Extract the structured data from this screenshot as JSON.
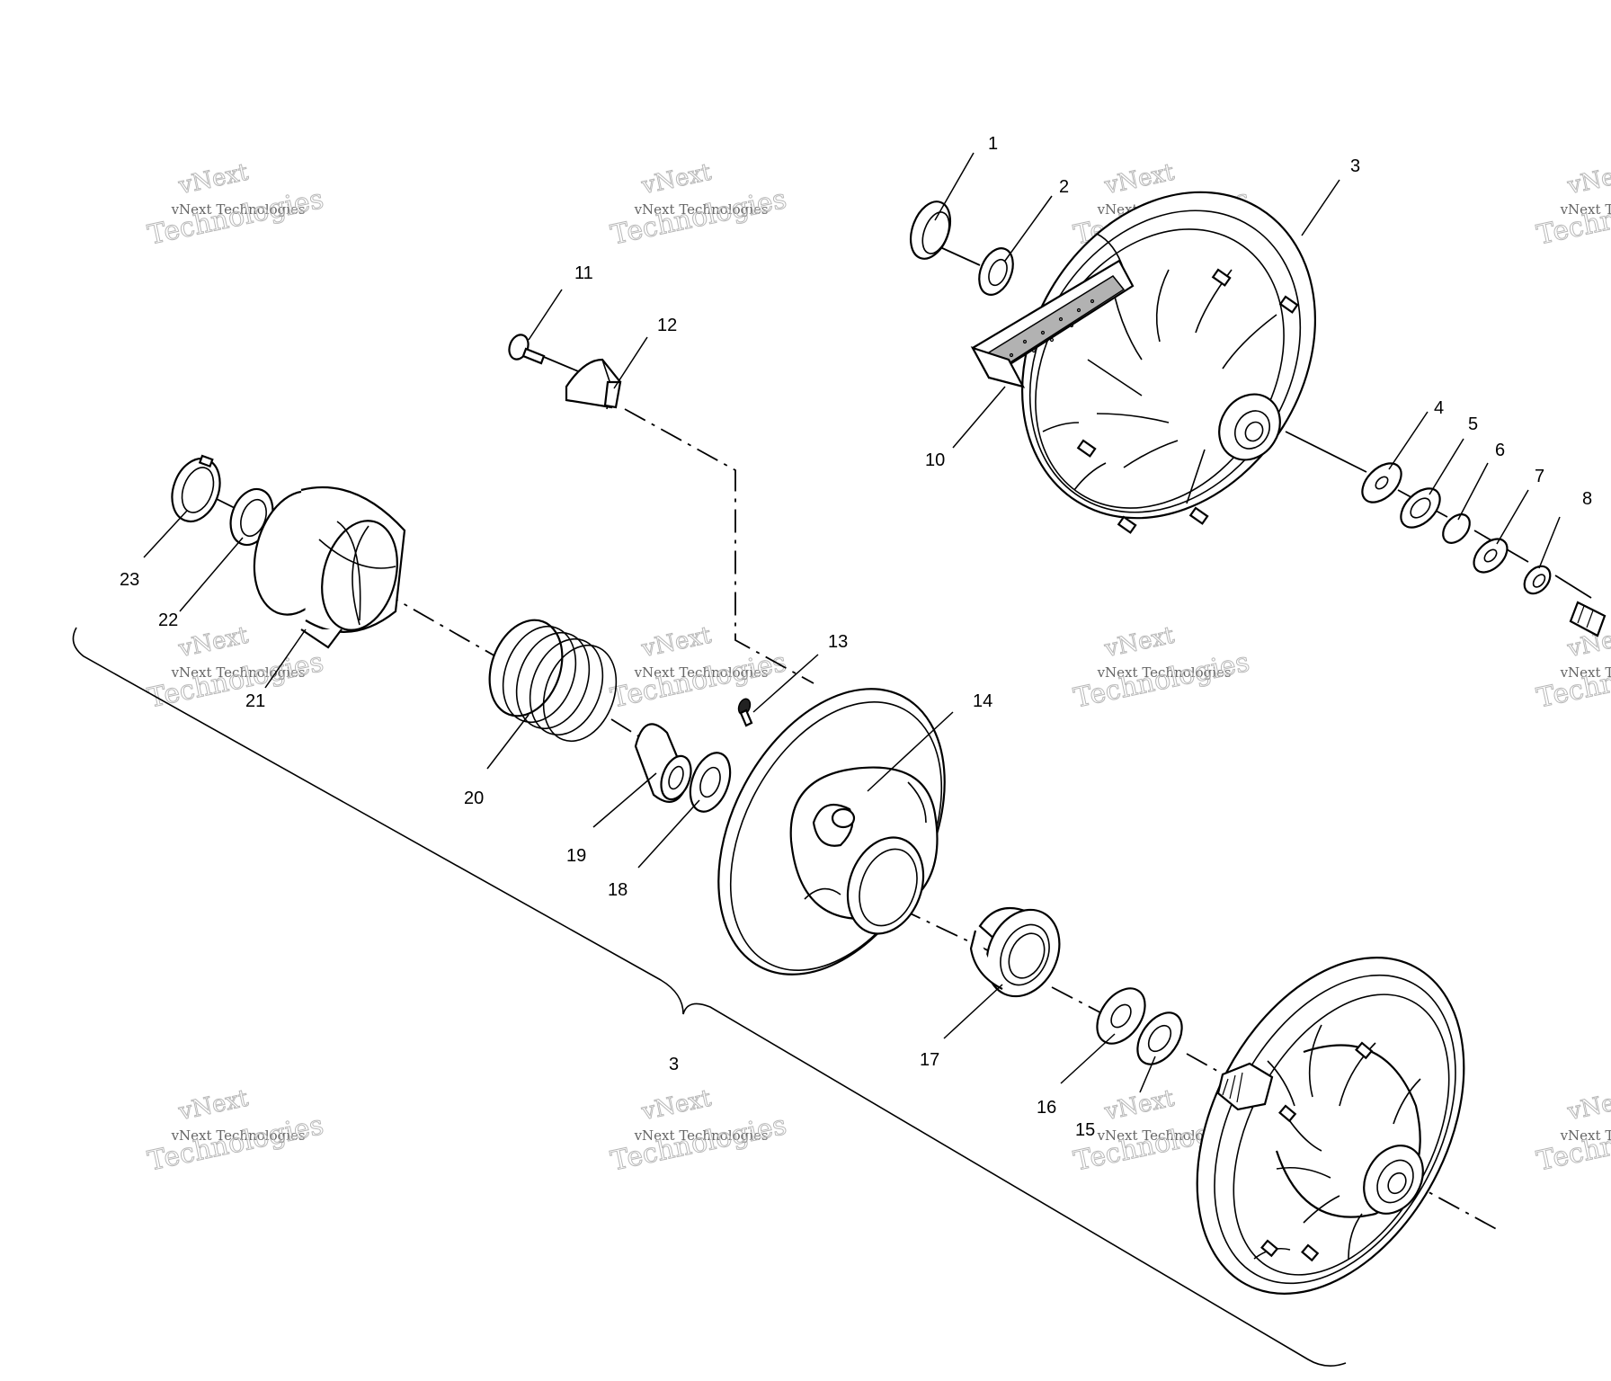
{
  "callouts": {
    "c1": "1",
    "c2": "2",
    "c3_top": "3",
    "c4": "4",
    "c5": "5",
    "c6": "6",
    "c7": "7",
    "c8": "8",
    "c10": "10",
    "c11": "11",
    "c12": "12",
    "c13": "13",
    "c14": "14",
    "c15": "15",
    "c16": "16",
    "c17": "17",
    "c18": "18",
    "c19": "19",
    "c20": "20",
    "c21": "21",
    "c22": "22",
    "c23": "23",
    "c3_bracket": "3"
  },
  "watermark": {
    "line1": "vNext",
    "line2": "vNext Technologies",
    "line3": "Technologies"
  },
  "watermark_marks": [
    {
      "text": "vNext Technologies"
    },
    {
      "text": "vNext Technologies"
    },
    {
      "text": "vNext Technologies"
    },
    {
      "text": "vNext Technologies"
    },
    {
      "text": "vNext Technologies"
    },
    {
      "text": "vNext Technologies"
    },
    {
      "text": "vNext Technologies"
    },
    {
      "text": "vNext Technologies"
    },
    {
      "text": "vNext Technologies"
    },
    {
      "text": "vNext Technologies"
    },
    {
      "text": "vNext Technologies"
    },
    {
      "text": "vNext Technologies"
    }
  ]
}
